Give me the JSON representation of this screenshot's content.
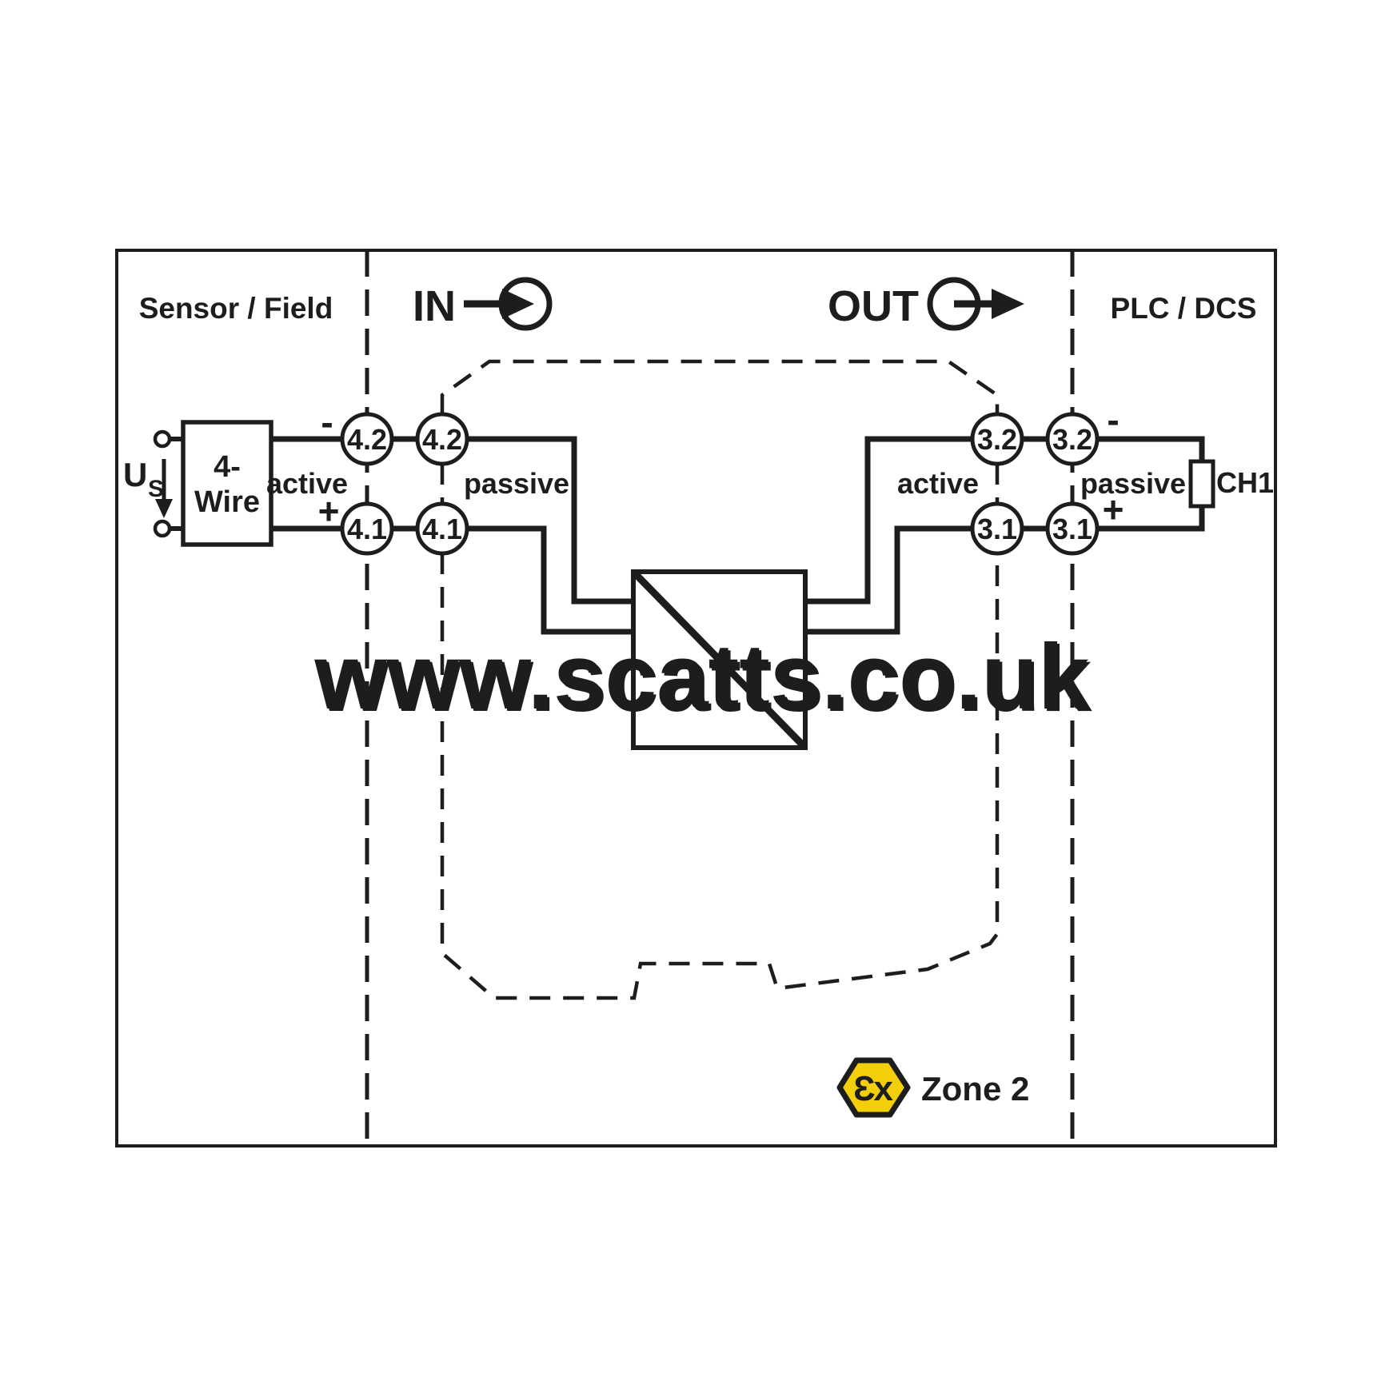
{
  "zones": {
    "left_label": "Sensor / Field",
    "right_label": "PLC / DCS",
    "in_label": "IN",
    "out_label": "OUT",
    "ex_symbol": "Ɛx",
    "zone2_label": "Zone 2"
  },
  "field_side": {
    "supply_label": "U",
    "supply_subscript": "S",
    "source_line1": "4-",
    "source_line2": "Wire",
    "mode": "active",
    "minus": "-",
    "plus": "+",
    "terminal_top": "4.2",
    "terminal_bottom": "4.1"
  },
  "input_side": {
    "mode": "passive",
    "terminal_top": "4.2",
    "terminal_bottom": "4.1"
  },
  "output_side": {
    "mode": "active",
    "terminal_top": "3.2",
    "terminal_bottom": "3.1"
  },
  "plc_side": {
    "mode": "passive",
    "minus": "-",
    "plus": "+",
    "terminal_top": "3.2",
    "terminal_bottom": "3.1",
    "load_label": "CH1"
  },
  "watermark": {
    "text": "www.scatts.co.uk"
  },
  "colors": {
    "ink": "#1d1d1b",
    "ex_yellow": "#f2cf0a",
    "watermark": "#e7e7e7",
    "watermark_shadow": "#cfcfcf"
  }
}
